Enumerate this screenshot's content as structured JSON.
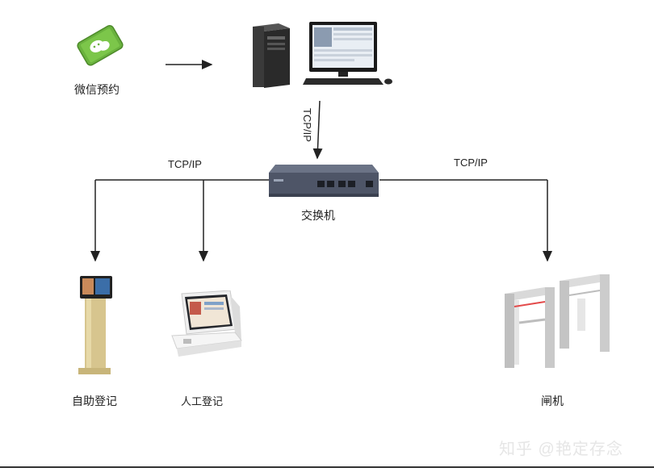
{
  "nodes": {
    "wechat": "微信预约",
    "switch": "交换机",
    "self_register": "自助登记",
    "manual_register": "人工登记",
    "gate": "闸机"
  },
  "links": {
    "pc_to_switch": "TCP/IP",
    "switch_left": "TCP/IP",
    "switch_right": "TCP/IP"
  },
  "watermark": "知乎 @艳定存念"
}
